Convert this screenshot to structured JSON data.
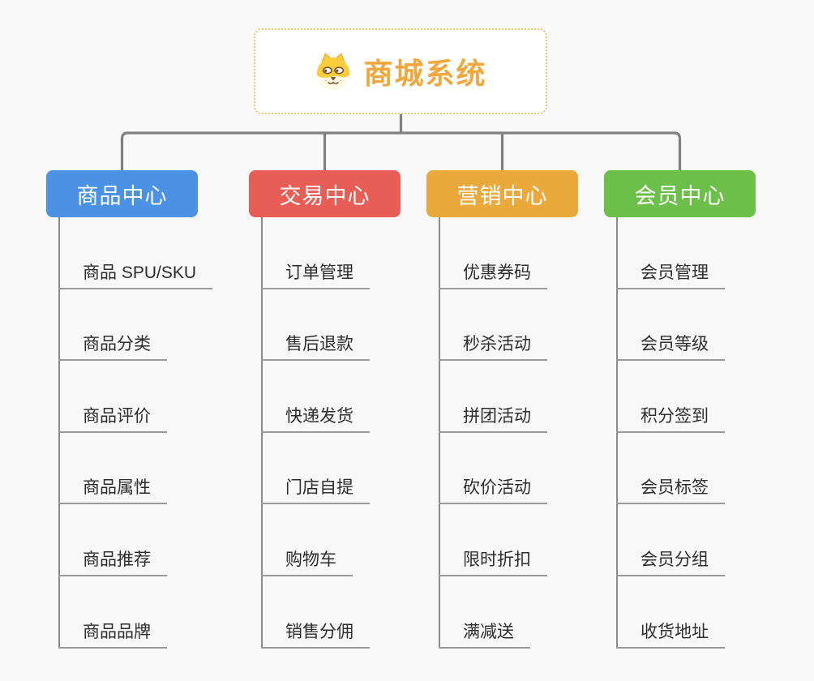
{
  "root": {
    "title": "商城系统",
    "icon": "dog-icon",
    "title_color": "#F0A73C",
    "border_color": "#F6C06B"
  },
  "branches": [
    {
      "label": "商品中心",
      "color": "#4B92E5",
      "children": [
        "商品 SPU/SKU",
        "商品分类",
        "商品评价",
        "商品属性",
        "商品推荐",
        "商品品牌"
      ]
    },
    {
      "label": "交易中心",
      "color": "#E95D57",
      "children": [
        "订单管理",
        "售后退款",
        "快递发货",
        "门店自提",
        "购物车",
        "销售分佣"
      ]
    },
    {
      "label": "营销中心",
      "color": "#ECA93B",
      "children": [
        "优惠券码",
        "秒杀活动",
        "拼团活动",
        "砍价活动",
        "限时折扣",
        "满减送"
      ]
    },
    {
      "label": "会员中心",
      "color": "#6CC04A",
      "children": [
        "会员管理",
        "会员等级",
        "积分签到",
        "会员标签",
        "会员分组",
        "收货地址"
      ]
    }
  ],
  "connectors": {
    "line_color": "#808080",
    "trunk_color": "#8B8B8B",
    "underline_color": "#9A9A9A"
  },
  "canvas_bg": "#F8F8F8"
}
